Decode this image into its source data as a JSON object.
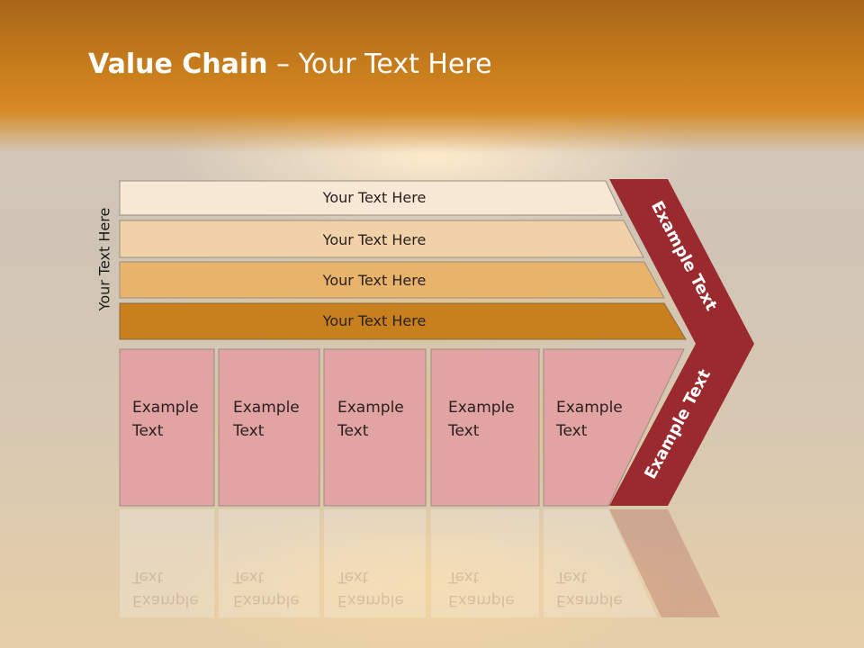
{
  "title": {
    "bold": "Value Chain",
    "rest": " – Your Text Here"
  },
  "side_label": "Your Text Here",
  "rows": [
    {
      "label": "Your Text Here",
      "color": "#f7e8d6"
    },
    {
      "label": "Your Text Here",
      "color": "#f1d2a8"
    },
    {
      "label": "Your Text Here",
      "color": "#e8b46c"
    },
    {
      "label": "Your Text Here",
      "color": "#c8801f"
    }
  ],
  "cells": [
    {
      "line1": "Example",
      "line2": "Text"
    },
    {
      "line1": "Example",
      "line2": "Text"
    },
    {
      "line1": "Example",
      "line2": "Text"
    },
    {
      "line1": "Example",
      "line2": "Text"
    },
    {
      "line1": "Example",
      "line2": "Text"
    }
  ],
  "chevron": {
    "upper_label": "Example Text",
    "lower_label": "Example Text",
    "color": "#9a2a2e"
  },
  "cell_color": "#e2a3a3"
}
